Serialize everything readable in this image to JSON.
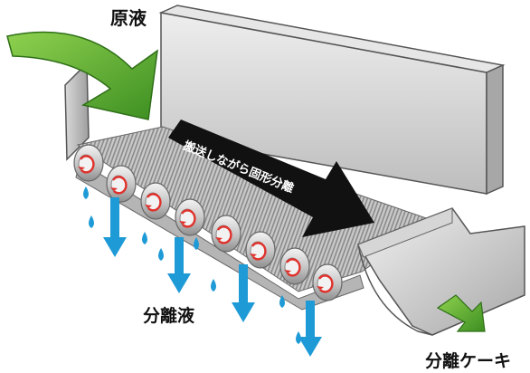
{
  "labels": {
    "feed": "原液",
    "process": "搬送しながら固形分離",
    "filtrate": "分離液",
    "cake": "分離ケーキ"
  },
  "colors": {
    "green_arrow": "#4a9e2c",
    "green_arrow_light": "#7bc043",
    "blue_drop": "#1e9ad6",
    "black_arrow": "#111111",
    "housing": "#cfcfcf",
    "roller_mark": "#e0312b"
  }
}
